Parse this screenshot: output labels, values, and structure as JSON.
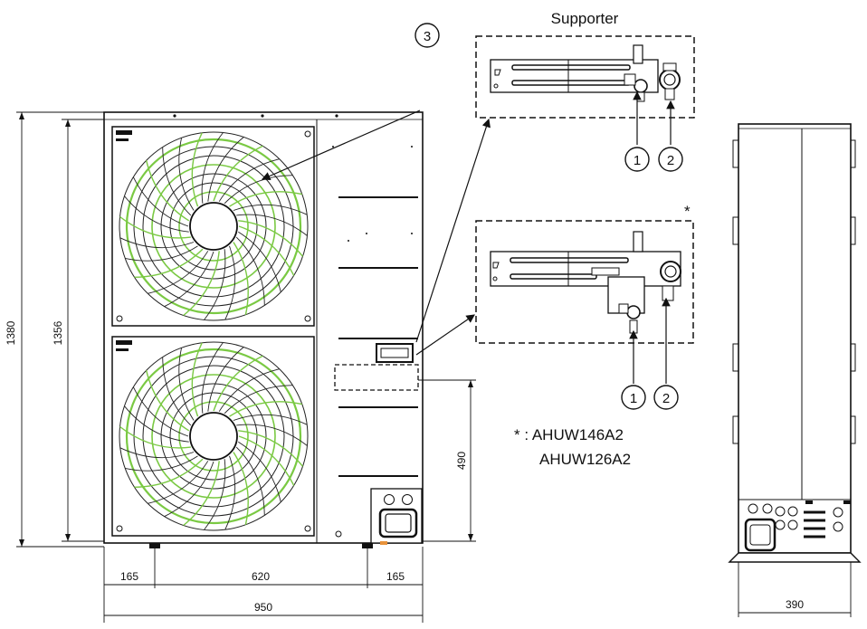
{
  "labels": {
    "supporter": "Supporter",
    "callout_1": "1",
    "callout_2": "2",
    "callout_3": "3",
    "asterisk": "*",
    "note_line1": "* : AHUW146A2",
    "note_line2": "AHUW126A2"
  },
  "dimensions": {
    "total_height": "1380",
    "body_height": "1356",
    "foot_height": "490",
    "left_offset": "165",
    "foot_span": "620",
    "right_offset": "165",
    "total_width": "950",
    "depth": "390"
  },
  "colors": {
    "line": "#1a1a1a",
    "fan_guard": "#222222",
    "fan_blade": "#7ac943",
    "panel": "#ffffff"
  }
}
